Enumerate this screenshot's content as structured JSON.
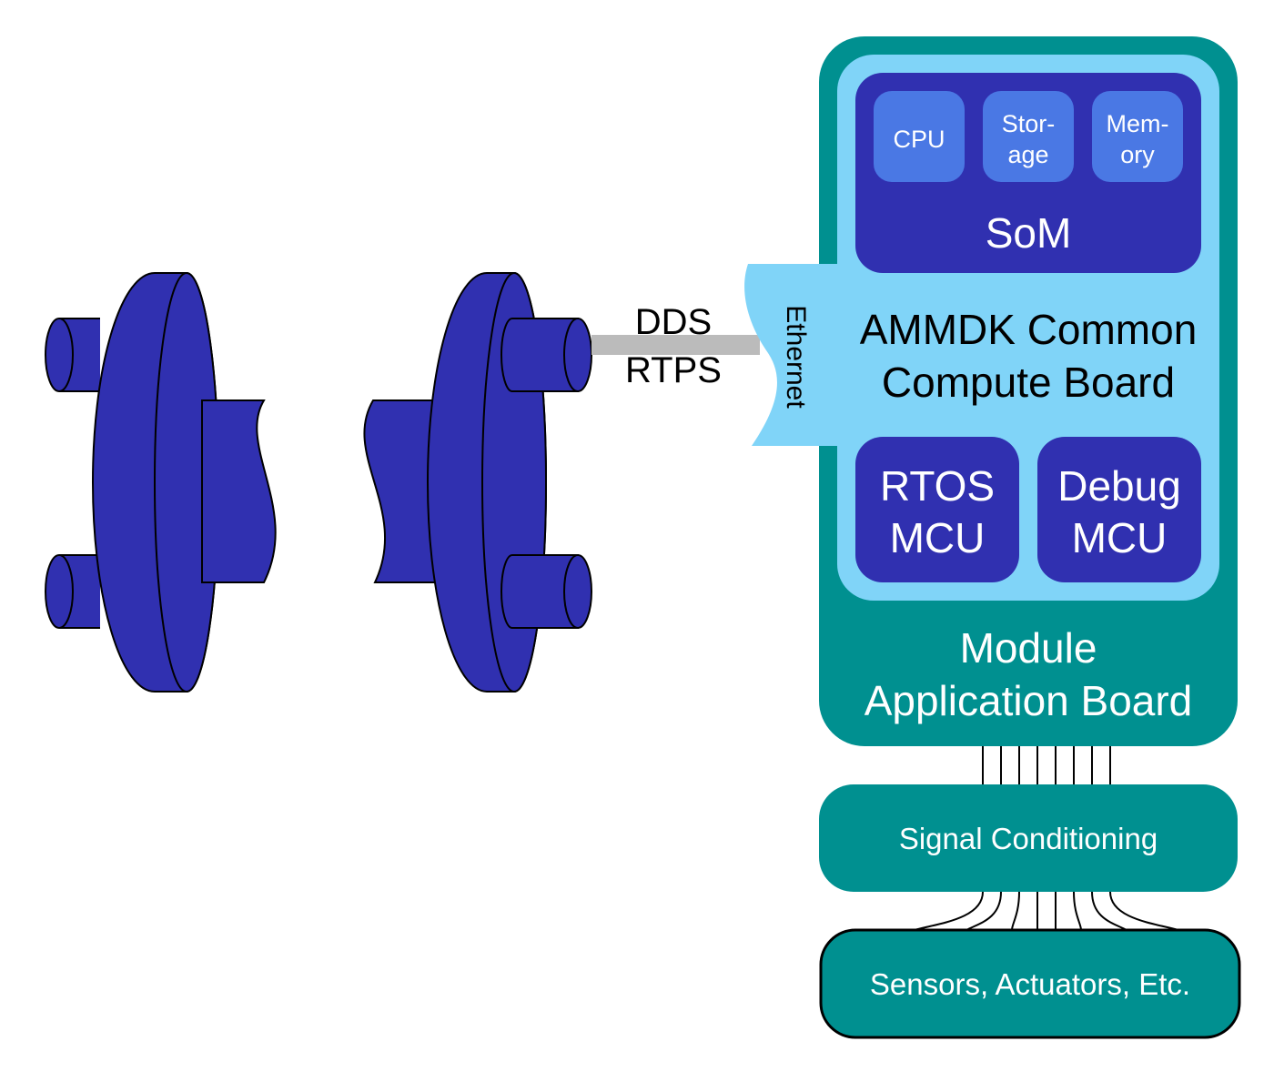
{
  "colors": {
    "connector_fill": "#3030b0",
    "outer_board": "#009090",
    "compute_board": "#80d4f8",
    "som": "#3030b0",
    "som_chip": "#4a78e4",
    "link": "#bbbbbb",
    "label_white": "#ffffff",
    "label_black": "#000000"
  },
  "link": {
    "protocol_line1": "DDS",
    "protocol_line2": "RTPS"
  },
  "ethernet": {
    "label": "Ethernet"
  },
  "som": {
    "title": "SoM",
    "cpu": "CPU",
    "storage_line1": "Stor-",
    "storage_line2": "age",
    "memory_line1": "Mem-",
    "memory_line2": "ory"
  },
  "compute_board": {
    "title_line1": "AMMDK Common",
    "title_line2": "Compute Board"
  },
  "rtos_mcu": {
    "line1": "RTOS",
    "line2": "MCU"
  },
  "debug_mcu": {
    "line1": "Debug",
    "line2": "MCU"
  },
  "module_board": {
    "title_line1": "Module",
    "title_line2": "Application Board"
  },
  "signal_conditioning": {
    "label": "Signal Conditioning"
  },
  "sensors": {
    "label": "Sensors, Actuators, Etc."
  }
}
